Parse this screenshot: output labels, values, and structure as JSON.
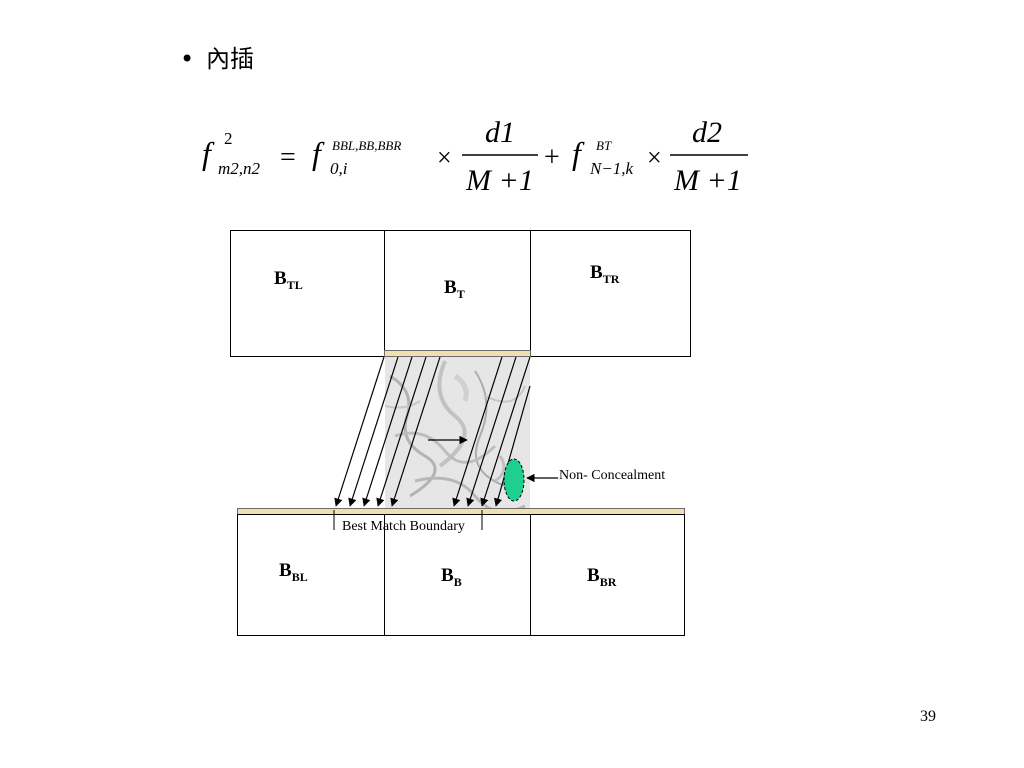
{
  "slide": {
    "bullet_symbol": "•",
    "bullet_text": "內插",
    "page_number": "39"
  },
  "formula": {
    "lhs_f": "f",
    "lhs_sup": "2",
    "lhs_sub": "m2,n2",
    "equals": "=",
    "t1_f": "f",
    "t1_sup": "BBL,BB,BBR",
    "t1_sub": "0,i",
    "times": "×",
    "num1": "d1",
    "den1": "M +1",
    "plus": "+",
    "t2_f": "f",
    "t2_sup": "BT",
    "t2_sub": "N−1,k",
    "num2": "d2",
    "den2": "M +1"
  },
  "blocks": {
    "top_left": {
      "main": "B",
      "sub": "TL"
    },
    "top": {
      "main": "B",
      "sub": "T"
    },
    "top_right": {
      "main": "B",
      "sub": "TR"
    },
    "bottom_left": {
      "main": "B",
      "sub": "BL"
    },
    "bottom": {
      "main": "B",
      "sub": "B"
    },
    "bottom_right": {
      "main": "B",
      "sub": "BR"
    }
  },
  "annotations": {
    "non_concealment": "Non- Concealment",
    "best_match_boundary": "Best Match Boundary"
  },
  "colors": {
    "boundary_fill": "#f2dfb0",
    "non_concealment_fill": "#1fcf8f",
    "marble_base": "#e6e6e6"
  }
}
